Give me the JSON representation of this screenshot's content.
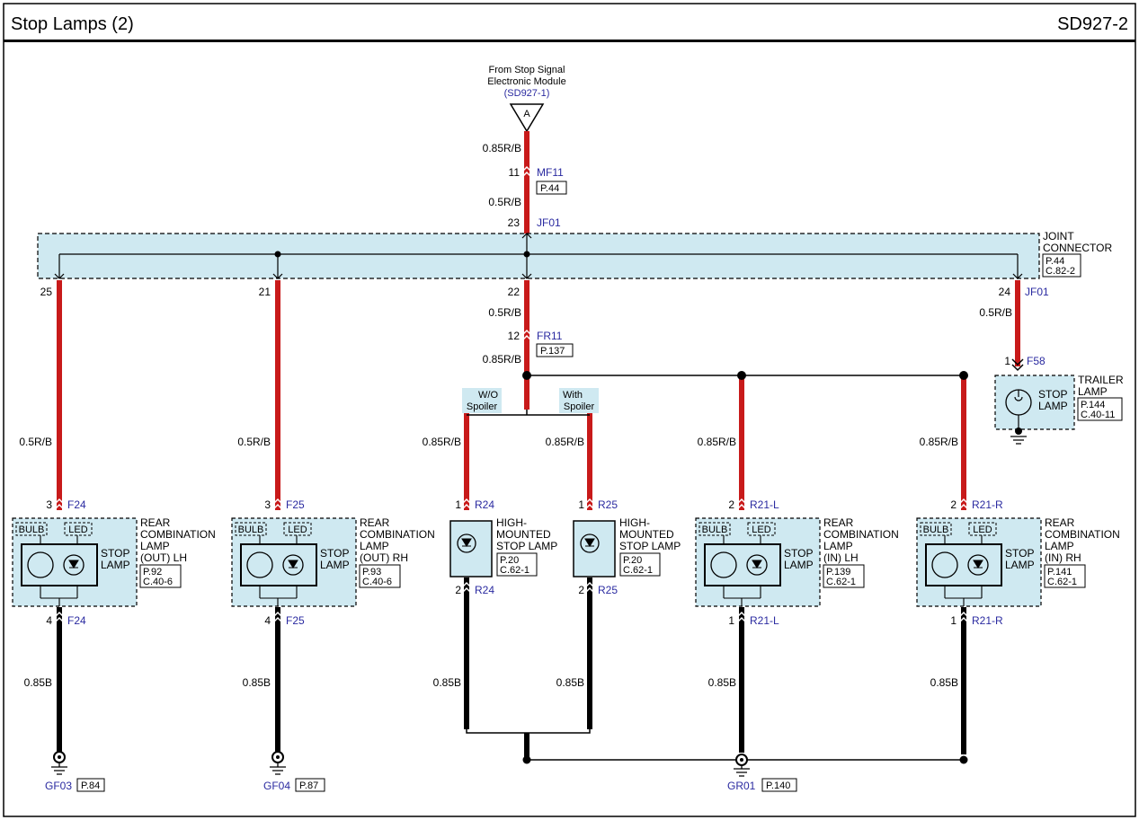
{
  "header": {
    "title": "Stop Lamps (2)",
    "code": "SD927-2"
  },
  "source": {
    "line1": "From Stop Signal",
    "line2": "Electronic Module",
    "ref": "(SD927-1)",
    "letter": "A"
  },
  "wires": {
    "top1": "0.85R/B",
    "top2": "0.5R/B",
    "mid1": "0.5R/B",
    "mid2": "0.85R/B",
    "trailer": "0.5R/B",
    "col1": "0.5R/B",
    "col2": "0.5R/B",
    "col3": "0.85R/B",
    "col4": "0.85R/B",
    "col5": "0.85R/B",
    "col6": "0.85R/B",
    "gnd1": "0.85B",
    "gnd2": "0.85B",
    "gnd3": "0.85B",
    "gnd4": "0.85B",
    "gnd5": "0.85B",
    "gnd6": "0.85B"
  },
  "connectors": {
    "mf11_pin": "11",
    "mf11": "MF11",
    "mf11_ref": "P.44",
    "jf01_in_pin": "23",
    "jf01": "JF01",
    "jf_pin25": "25",
    "jf_pin21": "21",
    "jf_pin22": "22",
    "jf_pin24": "24",
    "jf01_out": "JF01",
    "fr11_pin": "12",
    "fr11": "FR11",
    "fr11_ref": "P.137",
    "f58_pin": "1",
    "f58": "F58",
    "f24_top_pin": "3",
    "f24": "F24",
    "f24_bot_pin": "4",
    "f25_top_pin": "3",
    "f25": "F25",
    "f25_bot_pin": "4",
    "r24_top_pin": "1",
    "r24": "R24",
    "r24_bot_pin": "2",
    "r25_top_pin": "1",
    "r25": "R25",
    "r25_bot_pin": "2",
    "r21l_top_pin": "2",
    "r21l": "R21-L",
    "r21l_bot_pin": "1",
    "r21r_top_pin": "2",
    "r21r": "R21-R",
    "r21r_bot_pin": "1"
  },
  "joint": {
    "line1": "JOINT",
    "line2": "CONNECTOR",
    "ref1": "P.44",
    "ref2": "C.82-2"
  },
  "options": {
    "wo_1": "W/O",
    "wo_2": "Spoiler",
    "with_1": "With",
    "with_2": "Spoiler"
  },
  "trailer": {
    "line1": "TRAILER",
    "line2": "LAMP",
    "lamp1": "STOP",
    "lamp2": "LAMP",
    "ref1": "P.144",
    "ref2": "C.40-11"
  },
  "lamps": {
    "bulb": "BULB",
    "led": "LED",
    "stop1": "STOP",
    "stop2": "LAMP",
    "out_lh": {
      "l1": "REAR",
      "l2": "COMBINATION",
      "l3": "LAMP",
      "l4": "(OUT) LH",
      "r1": "P.92",
      "r2": "C.40-6"
    },
    "out_rh": {
      "l1": "REAR",
      "l2": "COMBINATION",
      "l3": "LAMP",
      "l4": "(OUT) RH",
      "r1": "P.93",
      "r2": "C.40-6"
    },
    "hm1": {
      "l1": "HIGH-",
      "l2": "MOUNTED",
      "l3": "STOP LAMP",
      "r1": "P.20",
      "r2": "C.62-1"
    },
    "hm2": {
      "l1": "HIGH-",
      "l2": "MOUNTED",
      "l3": "STOP LAMP",
      "r1": "P.20",
      "r2": "C.62-1"
    },
    "in_lh": {
      "l1": "REAR",
      "l2": "COMBINATION",
      "l3": "LAMP",
      "l4": "(IN) LH",
      "r1": "P.139",
      "r2": "C.62-1"
    },
    "in_rh": {
      "l1": "REAR",
      "l2": "COMBINATION",
      "l3": "LAMP",
      "l4": "(IN) RH",
      "r1": "P.141",
      "r2": "C.62-1"
    }
  },
  "grounds": {
    "gf03": "GF03",
    "gf03_ref": "P.84",
    "gf04": "GF04",
    "gf04_ref": "P.87",
    "gr01": "GR01",
    "gr01_ref": "P.140"
  },
  "colors": {
    "wire_red": "#c81a1a",
    "wire_black": "#000000",
    "fill_blue": "#cfe9f1",
    "ref_blue": "#2a2aa0"
  }
}
